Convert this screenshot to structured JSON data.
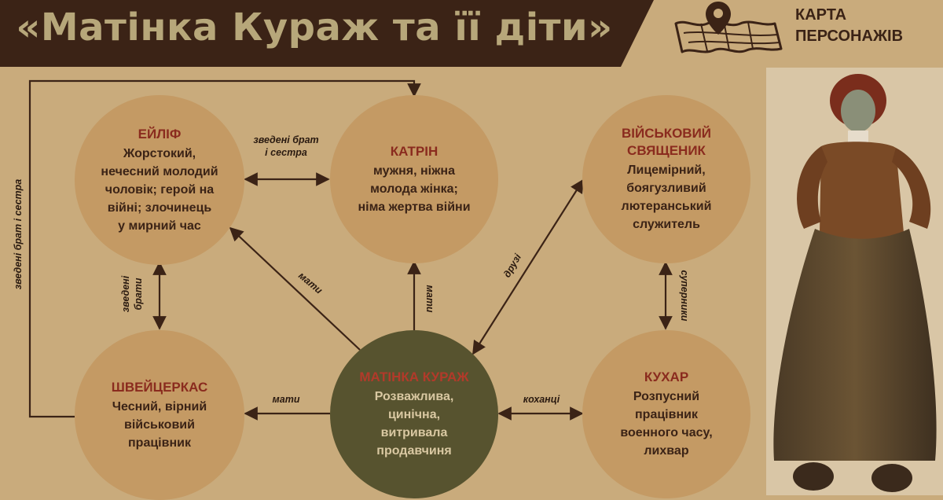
{
  "header": {
    "title": "«Матінка Кураж та її діти»",
    "map_label_line1": "КАРТА",
    "map_label_line2": "ПЕРСОНАЖІВ",
    "icons": [
      "map-pin-icon",
      "map-icon"
    ]
  },
  "nodes": {
    "eilif": {
      "name": "Ейліф",
      "desc": [
        "Жорстокий,",
        "нечесний молодий",
        "чоловік; герой на",
        "війні; злочинець",
        "у мирний час"
      ]
    },
    "katrin": {
      "name": "Катрін",
      "desc": [
        "мужня, ніжна",
        "молода жінка;",
        "німа жертва війни"
      ]
    },
    "chaplain": {
      "name": [
        "Військовий",
        "священик"
      ],
      "desc": [
        "Лицемірний,",
        "боягузливий",
        "лютеранський",
        "служитель"
      ]
    },
    "swiss": {
      "name": "Швейцеркас",
      "desc": [
        "Чесний, вірний",
        "військовий",
        "працівник"
      ]
    },
    "courage": {
      "name": "Матінка Кураж",
      "desc": [
        "Розважлива,",
        "цинічна,",
        "витривала",
        "продавчиня"
      ]
    },
    "cook": {
      "name": "Кухар",
      "desc": [
        "Розпусний",
        "працівник",
        "военного часу,",
        "лихвар"
      ]
    }
  },
  "edges": {
    "eilif_katrin": [
      "зведені брат",
      "і сестра"
    ],
    "eilif_swiss": [
      "зведені",
      "брати"
    ],
    "outer_loop": "зведені брат і сестра",
    "courage_eilif": "мати",
    "courage_katrin": "мати",
    "courage_chaplain": "друзі",
    "chaplain_cook": "суперники",
    "courage_swiss": "мати",
    "courage_cook": "коханці"
  },
  "colors": {
    "header_bg": "#3b2316",
    "header_right_bg": "#c9ab7c",
    "title": "#b7a77a",
    "canvas_bg": "#c9ab7c",
    "node_fill": "#c49a64",
    "center_fill": "#57532f",
    "name_red": "#8a2b1e",
    "text_dark": "#3b2316",
    "arrow": "#3b2316"
  }
}
